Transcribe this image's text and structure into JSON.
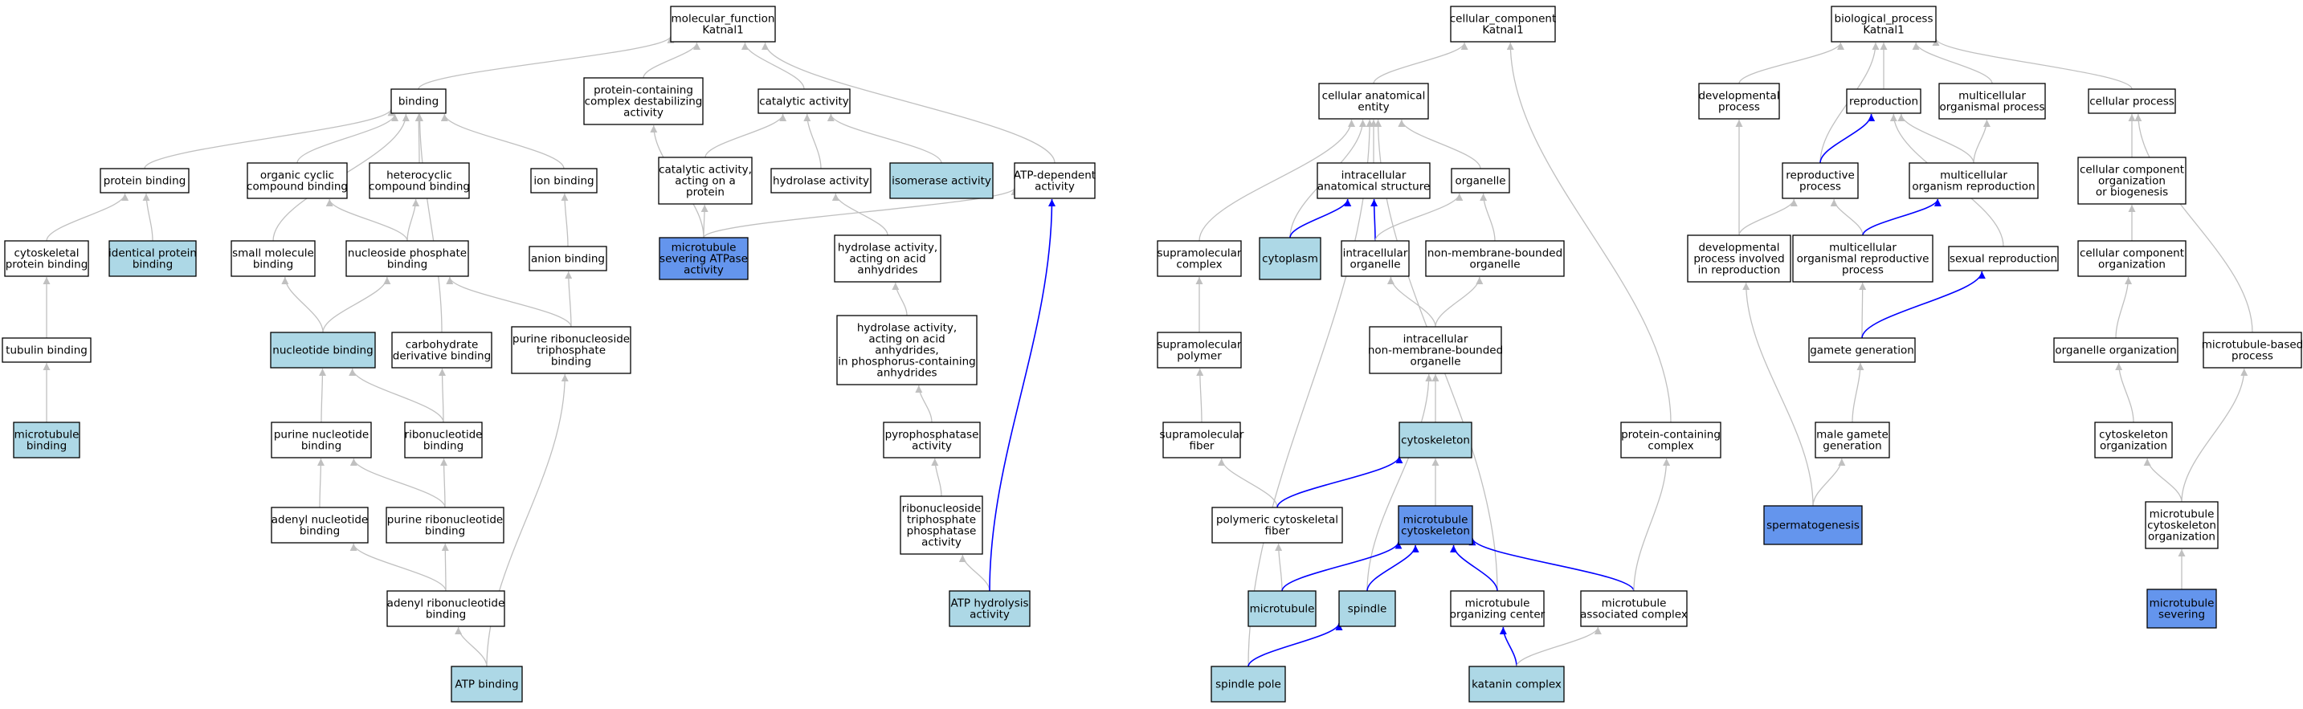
{
  "colors": {
    "default_fill": "#ffffff",
    "highlight_light": "#add8e6",
    "highlight_strong": "#6495ed",
    "edge_gray": "#c0c0c0",
    "edge_blue": "#0000ff"
  },
  "graph": {
    "nodes": [
      {
        "id": "mf_root",
        "lines": [
          "molecular_function",
          "Katnal1"
        ],
        "fill": "white"
      },
      {
        "id": "binding",
        "lines": [
          "binding"
        ],
        "fill": "white"
      },
      {
        "id": "pcd",
        "lines": [
          "protein-containing",
          "complex destabilizing",
          "activity"
        ],
        "fill": "white"
      },
      {
        "id": "catalytic",
        "lines": [
          "catalytic activity"
        ],
        "fill": "white"
      },
      {
        "id": "protein_binding",
        "lines": [
          "protein binding"
        ],
        "fill": "white"
      },
      {
        "id": "organic_cyclic",
        "lines": [
          "organic cyclic",
          "compound binding"
        ],
        "fill": "white"
      },
      {
        "id": "heterocyclic",
        "lines": [
          "heterocyclic",
          "compound binding"
        ],
        "fill": "white"
      },
      {
        "id": "ion_binding",
        "lines": [
          "ion binding"
        ],
        "fill": "white"
      },
      {
        "id": "cat_protein",
        "lines": [
          "catalytic activity,",
          "acting on a",
          "protein"
        ],
        "fill": "white"
      },
      {
        "id": "hydrolase",
        "lines": [
          "hydrolase activity"
        ],
        "fill": "white"
      },
      {
        "id": "isomerase",
        "lines": [
          "isomerase activity"
        ],
        "fill": "light"
      },
      {
        "id": "atp_dependent",
        "lines": [
          "ATP-dependent",
          "activity"
        ],
        "fill": "white"
      },
      {
        "id": "cytoskeletal_pb",
        "lines": [
          "cytoskeletal",
          "protein binding"
        ],
        "fill": "white"
      },
      {
        "id": "identical_pb",
        "lines": [
          "identical protein",
          "binding"
        ],
        "fill": "light"
      },
      {
        "id": "small_molecule",
        "lines": [
          "small molecule",
          "binding"
        ],
        "fill": "white"
      },
      {
        "id": "nucleoside_phosphate",
        "lines": [
          "nucleoside phosphate",
          "binding"
        ],
        "fill": "white"
      },
      {
        "id": "anion_binding",
        "lines": [
          "anion binding"
        ],
        "fill": "white"
      },
      {
        "id": "mt_severing_atpase",
        "lines": [
          "microtubule",
          "severing ATPase",
          "activity"
        ],
        "fill": "strong"
      },
      {
        "id": "hydrolase_acid",
        "lines": [
          "hydrolase activity,",
          "acting on acid",
          "anhydrides"
        ],
        "fill": "white"
      },
      {
        "id": "tubulin_binding",
        "lines": [
          "tubulin binding"
        ],
        "fill": "white"
      },
      {
        "id": "nucleotide_binding",
        "lines": [
          "nucleotide binding"
        ],
        "fill": "light"
      },
      {
        "id": "carbohydrate_deriv",
        "lines": [
          "carbohydrate",
          "derivative binding"
        ],
        "fill": "white"
      },
      {
        "id": "purine_ribonucleoside_tp",
        "lines": [
          "purine ribonucleoside",
          "triphosphate",
          "binding"
        ],
        "fill": "white"
      },
      {
        "id": "hydrolase_phos",
        "lines": [
          "hydrolase activity,",
          "acting on acid",
          "anhydrides,",
          "in phosphorus-containing",
          "anhydrides"
        ],
        "fill": "white"
      },
      {
        "id": "mt_binding",
        "lines": [
          "microtubule",
          "binding"
        ],
        "fill": "light"
      },
      {
        "id": "purine_nucleotide",
        "lines": [
          "purine nucleotide",
          "binding"
        ],
        "fill": "white"
      },
      {
        "id": "ribonucleotide",
        "lines": [
          "ribonucleotide",
          "binding"
        ],
        "fill": "white"
      },
      {
        "id": "pyrophosphatase",
        "lines": [
          "pyrophosphatase",
          "activity"
        ],
        "fill": "white"
      },
      {
        "id": "adenyl_nucleotide",
        "lines": [
          "adenyl nucleotide",
          "binding"
        ],
        "fill": "white"
      },
      {
        "id": "purine_ribonucleotide",
        "lines": [
          "purine ribonucleotide",
          "binding"
        ],
        "fill": "white"
      },
      {
        "id": "ribonucleoside_tp_pa",
        "lines": [
          "ribonucleoside",
          "triphosphate",
          "phosphatase",
          "activity"
        ],
        "fill": "white"
      },
      {
        "id": "adenyl_ribonucleotide",
        "lines": [
          "adenyl ribonucleotide",
          "binding"
        ],
        "fill": "white"
      },
      {
        "id": "atp_hydrolysis",
        "lines": [
          "ATP hydrolysis",
          "activity"
        ],
        "fill": "light"
      },
      {
        "id": "atp_binding",
        "lines": [
          "ATP binding"
        ],
        "fill": "light"
      },
      {
        "id": "cc_root",
        "lines": [
          "cellular_component",
          "Katnal1"
        ],
        "fill": "white"
      },
      {
        "id": "cell_anat",
        "lines": [
          "cellular anatomical",
          "entity"
        ],
        "fill": "white"
      },
      {
        "id": "intracell_anat",
        "lines": [
          "intracellular",
          "anatomical structure"
        ],
        "fill": "white"
      },
      {
        "id": "organelle",
        "lines": [
          "organelle"
        ],
        "fill": "white"
      },
      {
        "id": "supramol_complex",
        "lines": [
          "supramolecular",
          "complex"
        ],
        "fill": "white"
      },
      {
        "id": "cytoplasm",
        "lines": [
          "cytoplasm"
        ],
        "fill": "light"
      },
      {
        "id": "intracell_organelle",
        "lines": [
          "intracellular",
          "organelle"
        ],
        "fill": "white"
      },
      {
        "id": "non_membrane_org",
        "lines": [
          "non-membrane-bounded",
          "organelle"
        ],
        "fill": "white"
      },
      {
        "id": "supramol_polymer",
        "lines": [
          "supramolecular",
          "polymer"
        ],
        "fill": "white"
      },
      {
        "id": "intracell_nmb",
        "lines": [
          "intracellular",
          "non-membrane-bounded",
          "organelle"
        ],
        "fill": "white"
      },
      {
        "id": "supramol_fiber",
        "lines": [
          "supramolecular",
          "fiber"
        ],
        "fill": "white"
      },
      {
        "id": "cytoskeleton",
        "lines": [
          "cytoskeleton"
        ],
        "fill": "light"
      },
      {
        "id": "protein_complex",
        "lines": [
          "protein-containing",
          "complex"
        ],
        "fill": "white"
      },
      {
        "id": "polymeric_fiber",
        "lines": [
          "polymeric cytoskeletal",
          "fiber"
        ],
        "fill": "white"
      },
      {
        "id": "mt_cytoskeleton",
        "lines": [
          "microtubule",
          "cytoskeleton"
        ],
        "fill": "strong"
      },
      {
        "id": "microtubule",
        "lines": [
          "microtubule"
        ],
        "fill": "light"
      },
      {
        "id": "spindle",
        "lines": [
          "spindle"
        ],
        "fill": "light"
      },
      {
        "id": "mtoc",
        "lines": [
          "microtubule",
          "organizing center"
        ],
        "fill": "white"
      },
      {
        "id": "mt_assoc_complex",
        "lines": [
          "microtubule",
          "associated complex"
        ],
        "fill": "white"
      },
      {
        "id": "spindle_pole",
        "lines": [
          "spindle pole"
        ],
        "fill": "light"
      },
      {
        "id": "katanin",
        "lines": [
          "katanin complex"
        ],
        "fill": "light"
      },
      {
        "id": "bp_root",
        "lines": [
          "biological_process",
          "Katnal1"
        ],
        "fill": "white"
      },
      {
        "id": "dev_process",
        "lines": [
          "developmental",
          "process"
        ],
        "fill": "white"
      },
      {
        "id": "reproduction",
        "lines": [
          "reproduction"
        ],
        "fill": "white"
      },
      {
        "id": "multicell_proc",
        "lines": [
          "multicellular",
          "organismal process"
        ],
        "fill": "white"
      },
      {
        "id": "cellular_process",
        "lines": [
          "cellular process"
        ],
        "fill": "white"
      },
      {
        "id": "reproductive_proc",
        "lines": [
          "reproductive",
          "process"
        ],
        "fill": "white"
      },
      {
        "id": "multicell_repro",
        "lines": [
          "multicellular",
          "organism reproduction"
        ],
        "fill": "white"
      },
      {
        "id": "ccob",
        "lines": [
          "cellular component",
          "organization",
          "or biogenesis"
        ],
        "fill": "white"
      },
      {
        "id": "dev_repro",
        "lines": [
          "developmental",
          "process involved",
          "in reproduction"
        ],
        "fill": "white"
      },
      {
        "id": "multicell_repro_proc",
        "lines": [
          "multicellular",
          "organismal reproductive",
          "process"
        ],
        "fill": "white"
      },
      {
        "id": "sexual_repro",
        "lines": [
          "sexual reproduction"
        ],
        "fill": "white"
      },
      {
        "id": "cc_org",
        "lines": [
          "cellular component",
          "organization"
        ],
        "fill": "white"
      },
      {
        "id": "gamete_gen",
        "lines": [
          "gamete generation"
        ],
        "fill": "white"
      },
      {
        "id": "organelle_org",
        "lines": [
          "organelle organization"
        ],
        "fill": "white"
      },
      {
        "id": "mt_based_proc",
        "lines": [
          "microtubule-based",
          "process"
        ],
        "fill": "white"
      },
      {
        "id": "male_gamete",
        "lines": [
          "male gamete",
          "generation"
        ],
        "fill": "white"
      },
      {
        "id": "cytoskeleton_org",
        "lines": [
          "cytoskeleton",
          "organization"
        ],
        "fill": "white"
      },
      {
        "id": "spermatogenesis",
        "lines": [
          "spermatogenesis"
        ],
        "fill": "strong"
      },
      {
        "id": "mt_cyto_org",
        "lines": [
          "microtubule",
          "cytoskeleton",
          "organization"
        ],
        "fill": "white"
      },
      {
        "id": "mt_severing",
        "lines": [
          "microtubule",
          "severing"
        ],
        "fill": "strong"
      }
    ],
    "edges": [
      [
        "binding",
        "mf_root",
        "gray"
      ],
      [
        "pcd",
        "mf_root",
        "gray"
      ],
      [
        "catalytic",
        "mf_root",
        "gray"
      ],
      [
        "atp_dependent",
        "mf_root",
        "gray"
      ],
      [
        "protein_binding",
        "binding",
        "gray"
      ],
      [
        "organic_cyclic",
        "binding",
        "gray"
      ],
      [
        "heterocyclic",
        "binding",
        "gray"
      ],
      [
        "ion_binding",
        "binding",
        "gray"
      ],
      [
        "small_molecule",
        "binding",
        "gray"
      ],
      [
        "carbohydrate_deriv",
        "binding",
        "gray"
      ],
      [
        "cat_protein",
        "catalytic",
        "gray"
      ],
      [
        "hydrolase",
        "catalytic",
        "gray"
      ],
      [
        "isomerase",
        "catalytic",
        "gray"
      ],
      [
        "cytoskeletal_pb",
        "protein_binding",
        "gray"
      ],
      [
        "identical_pb",
        "protein_binding",
        "gray"
      ],
      [
        "tubulin_binding",
        "cytoskeletal_pb",
        "gray"
      ],
      [
        "mt_binding",
        "tubulin_binding",
        "gray"
      ],
      [
        "nucleoside_phosphate",
        "organic_cyclic",
        "gray"
      ],
      [
        "nucleoside_phosphate",
        "heterocyclic",
        "gray"
      ],
      [
        "anion_binding",
        "ion_binding",
        "gray"
      ],
      [
        "purine_ribonucleoside_tp",
        "anion_binding",
        "gray"
      ],
      [
        "mt_severing_atpase",
        "pcd",
        "gray"
      ],
      [
        "mt_severing_atpase",
        "cat_protein",
        "gray"
      ],
      [
        "mt_severing_atpase",
        "atp_dependent",
        "gray"
      ],
      [
        "hydrolase_acid",
        "hydrolase",
        "gray"
      ],
      [
        "hydrolase_phos",
        "hydrolase_acid",
        "gray"
      ],
      [
        "pyrophosphatase",
        "hydrolase_phos",
        "gray"
      ],
      [
        "ribonucleoside_tp_pa",
        "pyrophosphatase",
        "gray"
      ],
      [
        "atp_hydrolysis",
        "ribonucleoside_tp_pa",
        "gray"
      ],
      [
        "atp_hydrolysis",
        "atp_dependent",
        "blue"
      ],
      [
        "nucleotide_binding",
        "small_molecule",
        "gray"
      ],
      [
        "nucleotide_binding",
        "nucleoside_phosphate",
        "gray"
      ],
      [
        "purine_ribonucleoside_tp",
        "nucleoside_phosphate",
        "gray"
      ],
      [
        "purine_nucleotide",
        "nucleotide_binding",
        "gray"
      ],
      [
        "ribonucleotide",
        "nucleotide_binding",
        "gray"
      ],
      [
        "ribonucleotide",
        "carbohydrate_deriv",
        "gray"
      ],
      [
        "adenyl_nucleotide",
        "purine_nucleotide",
        "gray"
      ],
      [
        "purine_ribonucleotide",
        "purine_nucleotide",
        "gray"
      ],
      [
        "purine_ribonucleotide",
        "ribonucleotide",
        "gray"
      ],
      [
        "adenyl_ribonucleotide",
        "adenyl_nucleotide",
        "gray"
      ],
      [
        "adenyl_ribonucleotide",
        "purine_ribonucleotide",
        "gray"
      ],
      [
        "atp_binding",
        "adenyl_ribonucleotide",
        "gray"
      ],
      [
        "atp_binding",
        "purine_ribonucleoside_tp",
        "gray"
      ],
      [
        "cell_anat",
        "cc_root",
        "gray"
      ],
      [
        "protein_complex",
        "cc_root",
        "gray"
      ],
      [
        "intracell_anat",
        "cell_anat",
        "gray"
      ],
      [
        "organelle",
        "cell_anat",
        "gray"
      ],
      [
        "supramol_complex",
        "cell_anat",
        "gray"
      ],
      [
        "cytoplasm",
        "cell_anat",
        "gray"
      ],
      [
        "spindle_pole",
        "cell_anat",
        "gray"
      ],
      [
        "mtoc",
        "cell_anat",
        "gray"
      ],
      [
        "cytoplasm",
        "intracell_anat",
        "blue"
      ],
      [
        "intracell_organelle",
        "intracell_anat",
        "blue"
      ],
      [
        "intracell_organelle",
        "organelle",
        "gray"
      ],
      [
        "non_membrane_org",
        "organelle",
        "gray"
      ],
      [
        "supramol_polymer",
        "supramol_complex",
        "gray"
      ],
      [
        "supramol_fiber",
        "supramol_polymer",
        "gray"
      ],
      [
        "polymeric_fiber",
        "supramol_fiber",
        "gray"
      ],
      [
        "intracell_nmb",
        "intracell_organelle",
        "gray"
      ],
      [
        "intracell_nmb",
        "non_membrane_org",
        "gray"
      ],
      [
        "cytoskeleton",
        "intracell_nmb",
        "gray"
      ],
      [
        "spindle",
        "intracell_nmb",
        "gray"
      ],
      [
        "mt_cytoskeleton",
        "cytoskeleton",
        "gray"
      ],
      [
        "polymeric_fiber",
        "cytoskeleton",
        "blue"
      ],
      [
        "microtubule",
        "polymeric_fiber",
        "gray"
      ],
      [
        "microtubule",
        "mt_cytoskeleton",
        "blue"
      ],
      [
        "spindle",
        "mt_cytoskeleton",
        "blue"
      ],
      [
        "mtoc",
        "mt_cytoskeleton",
        "blue"
      ],
      [
        "mt_assoc_complex",
        "mt_cytoskeleton",
        "blue"
      ],
      [
        "spindle_pole",
        "spindle",
        "blue"
      ],
      [
        "katanin",
        "mtoc",
        "blue"
      ],
      [
        "katanin",
        "mt_assoc_complex",
        "gray"
      ],
      [
        "mt_assoc_complex",
        "protein_complex",
        "gray"
      ],
      [
        "dev_process",
        "bp_root",
        "gray"
      ],
      [
        "reproduction",
        "bp_root",
        "gray"
      ],
      [
        "multicell_proc",
        "bp_root",
        "gray"
      ],
      [
        "cellular_process",
        "bp_root",
        "gray"
      ],
      [
        "reproductive_proc",
        "bp_root",
        "gray"
      ],
      [
        "reproductive_proc",
        "reproduction",
        "blue"
      ],
      [
        "multicell_repro",
        "reproduction",
        "gray"
      ],
      [
        "multicell_repro",
        "multicell_proc",
        "gray"
      ],
      [
        "sexual_repro",
        "reproduction",
        "gray"
      ],
      [
        "dev_repro",
        "dev_process",
        "gray"
      ],
      [
        "dev_repro",
        "reproductive_proc",
        "gray"
      ],
      [
        "multicell_repro_proc",
        "reproductive_proc",
        "gray"
      ],
      [
        "multicell_repro_proc",
        "multicell_repro",
        "blue"
      ],
      [
        "gamete_gen",
        "multicell_repro_proc",
        "gray"
      ],
      [
        "gamete_gen",
        "sexual_repro",
        "blue"
      ],
      [
        "male_gamete",
        "gamete_gen",
        "gray"
      ],
      [
        "spermatogenesis",
        "male_gamete",
        "gray"
      ],
      [
        "spermatogenesis",
        "dev_repro",
        "gray"
      ],
      [
        "ccob",
        "cellular_process",
        "gray"
      ],
      [
        "cc_org",
        "ccob",
        "gray"
      ],
      [
        "organelle_org",
        "cc_org",
        "gray"
      ],
      [
        "cytoskeleton_org",
        "organelle_org",
        "gray"
      ],
      [
        "mt_cyto_org",
        "cytoskeleton_org",
        "gray"
      ],
      [
        "mt_cyto_org",
        "mt_based_proc",
        "gray"
      ],
      [
        "mt_based_proc",
        "cellular_process",
        "gray"
      ],
      [
        "mt_severing",
        "mt_cyto_org",
        "gray"
      ]
    ]
  }
}
